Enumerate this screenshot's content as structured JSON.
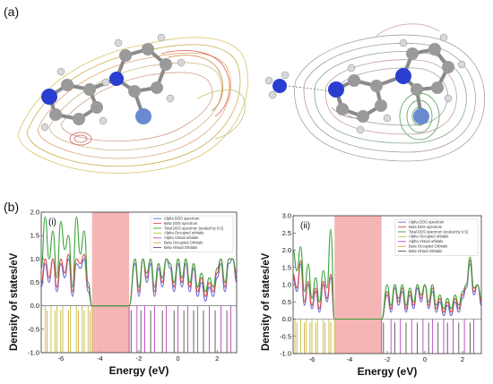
{
  "panel_a_label": "(a)",
  "panel_b_label": "(b)",
  "plot_i": {
    "sub_label": "(i)",
    "ylabel": "Density of states/eV",
    "xlabel": "Energy (eV)",
    "xticks": [
      "-6",
      "-4",
      "-2",
      "0",
      "2"
    ],
    "yticks": [
      "2.0",
      "1.5",
      "1.0",
      "0.5",
      "0.0",
      "-0.5",
      "-1.0"
    ],
    "legend": [
      "Alpha DOS spectrum",
      "Beta DOS spectrum",
      "Total DOS spectrum (scaled by 0.5)",
      "Alpha Occupied orbitals",
      "Alpha Virtual orbitals",
      "Beta Occupied Orbitals",
      "Beta Virtual Orbitals"
    ]
  },
  "plot_ii": {
    "sub_label": "(ii)",
    "ylabel": "Density of states/eV",
    "xlabel": "Energy (eV)",
    "xticks": [
      "-6",
      "-4",
      "-2",
      "0",
      "2"
    ],
    "yticks": [
      "3.0",
      "2.5",
      "2.0",
      "1.5",
      "1.0",
      "0.5",
      "0.0",
      "-0.5",
      "-1.0"
    ],
    "legend": [
      "Alpha DOS spectrum",
      "Beta DOS spectrum",
      "Total DOS spectrum (scaled by 0.5)",
      "Alpha Occupied orbitals",
      "Alpha Virtual orbitals",
      "Beta Occupied Orbitals",
      "Beta Virtual Orbitals"
    ]
  },
  "colors": {
    "alpha_dos": "#6a6ad8",
    "beta_dos": "#d84a4a",
    "total_dos": "#3aa23a",
    "gap_band": "#f5a8a8",
    "alpha_occ": "#b8c83a",
    "alpha_virt": "#c040c0",
    "beta_occ": "#e0a040",
    "beta_virt": "#505050"
  },
  "chart_data": [
    {
      "type": "line",
      "title": "(i)",
      "xlabel": "Energy (eV)",
      "ylabel": "Density of states/eV",
      "xlim": [
        -7,
        3
      ],
      "ylim": [
        -1.0,
        2.0
      ],
      "shaded_gap": [
        -4.4,
        -2.5
      ],
      "series": [
        {
          "name": "Alpha DOS spectrum",
          "x": [
            -7.0,
            -6.8,
            -6.6,
            -6.4,
            -6.2,
            -6.0,
            -5.8,
            -5.6,
            -5.4,
            -5.2,
            -5.0,
            -4.8,
            -4.6,
            -4.4,
            -2.5,
            -2.2,
            -2.0,
            -1.8,
            -1.6,
            -1.4,
            -1.2,
            -1.0,
            -0.8,
            -0.6,
            -0.4,
            -0.2,
            0.0,
            0.2,
            0.4,
            0.6,
            0.8,
            1.0,
            1.2,
            1.4,
            1.6,
            1.8,
            2.0,
            2.2,
            2.4,
            2.6,
            2.8,
            3.0
          ],
          "values": [
            0.4,
            0.9,
            0.5,
            1.0,
            0.3,
            0.9,
            0.6,
            1.0,
            0.2,
            0.9,
            0.8,
            1.0,
            0.3,
            0.0,
            0.0,
            0.9,
            0.2,
            1.0,
            0.5,
            0.9,
            0.2,
            0.8,
            0.4,
            1.0,
            0.8,
            0.3,
            0.9,
            0.4,
            0.9,
            0.3,
            0.8,
            0.2,
            0.5,
            0.1,
            0.4,
            0.2,
            0.6,
            0.9,
            0.3,
            0.9,
            1.0,
            0.5
          ]
        },
        {
          "name": "Beta DOS spectrum",
          "x": [
            -7.0,
            -6.8,
            -6.6,
            -6.4,
            -6.2,
            -6.0,
            -5.8,
            -5.6,
            -5.4,
            -5.2,
            -5.0,
            -4.8,
            -4.6,
            -4.4,
            -2.5,
            -2.2,
            -2.0,
            -1.8,
            -1.6,
            -1.4,
            -1.2,
            -1.0,
            -0.8,
            -0.6,
            -0.4,
            -0.2,
            0.0,
            0.2,
            0.4,
            0.6,
            0.8,
            1.0,
            1.2,
            1.4,
            1.6,
            1.8,
            2.0,
            2.2,
            2.4,
            2.6,
            2.8,
            3.0
          ],
          "values": [
            0.5,
            1.0,
            0.6,
            1.0,
            0.4,
            1.0,
            0.7,
            1.1,
            0.3,
            1.0,
            0.9,
            1.1,
            0.4,
            0.0,
            0.0,
            1.0,
            0.3,
            1.0,
            0.6,
            1.0,
            0.3,
            0.9,
            0.5,
            1.0,
            0.9,
            0.4,
            1.0,
            0.5,
            1.0,
            0.4,
            0.9,
            0.3,
            0.6,
            0.2,
            0.5,
            0.3,
            0.7,
            1.0,
            0.4,
            1.0,
            1.0,
            0.6
          ]
        },
        {
          "name": "Total DOS spectrum (scaled by 0.5)",
          "x": [
            -7.0,
            -6.8,
            -6.6,
            -6.4,
            -6.2,
            -6.0,
            -5.8,
            -5.6,
            -5.4,
            -5.2,
            -5.0,
            -4.8,
            -4.6,
            -4.4,
            -2.5,
            -2.2,
            -2.0,
            -1.8,
            -1.6,
            -1.4,
            -1.2,
            -1.0,
            -0.8,
            -0.6,
            -0.4,
            -0.2,
            0.0,
            0.2,
            0.4,
            0.6,
            0.8,
            1.0,
            1.2,
            1.4,
            1.6,
            1.8,
            2.0,
            2.2,
            2.4,
            2.6,
            2.8,
            3.0
          ],
          "values": [
            0.8,
            1.9,
            1.0,
            1.6,
            0.6,
            1.8,
            1.2,
            1.5,
            0.4,
            1.9,
            1.1,
            1.6,
            0.5,
            0.0,
            0.0,
            1.0,
            0.4,
            1.0,
            0.7,
            1.0,
            0.4,
            0.9,
            0.6,
            1.0,
            0.9,
            0.5,
            1.0,
            0.6,
            1.0,
            0.5,
            0.9,
            0.4,
            0.7,
            0.3,
            0.6,
            0.4,
            0.8,
            1.0,
            0.5,
            1.0,
            1.0,
            0.7
          ]
        }
      ],
      "alpha_occupied_levels": [
        -6.8,
        -6.5,
        -6.2,
        -5.9,
        -5.5,
        -5.2,
        -4.9,
        -4.6,
        -4.4
      ],
      "alpha_virtual_levels": [
        -2.5,
        -2.1,
        -1.7,
        -1.2,
        -0.6,
        0.0,
        0.5,
        1.0,
        1.6,
        2.2,
        2.7
      ],
      "beta_occupied_levels": [
        -6.7,
        -6.3,
        -6.0,
        -5.6,
        -5.1,
        -4.8,
        -4.5
      ],
      "beta_virtual_levels": [
        -2.4,
        -1.9,
        -1.4,
        -0.8,
        -0.2,
        0.3,
        0.8,
        1.3,
        1.9,
        2.5
      ]
    },
    {
      "type": "line",
      "title": "(ii)",
      "xlabel": "Energy (eV)",
      "ylabel": "Density of states/eV",
      "xlim": [
        -7,
        3
      ],
      "ylim": [
        -1.0,
        3.0
      ],
      "shaded_gap": [
        -4.8,
        -2.3
      ],
      "series": [
        {
          "name": "Alpha DOS spectrum",
          "x": [
            -7.0,
            -6.8,
            -6.6,
            -6.4,
            -6.2,
            -6.0,
            -5.8,
            -5.6,
            -5.4,
            -5.2,
            -5.0,
            -4.8,
            -2.3,
            -2.0,
            -1.8,
            -1.6,
            -1.4,
            -1.2,
            -1.0,
            -0.8,
            -0.6,
            -0.4,
            -0.2,
            0.0,
            0.2,
            0.4,
            0.6,
            0.8,
            1.0,
            1.2,
            1.4,
            1.6,
            1.8,
            2.0,
            2.2,
            2.4,
            2.6,
            2.8,
            3.0
          ],
          "values": [
            1.2,
            0.8,
            1.6,
            0.4,
            1.0,
            0.3,
            0.8,
            0.2,
            1.0,
            0.5,
            1.2,
            0.0,
            0.0,
            0.7,
            0.2,
            0.9,
            0.4,
            0.8,
            0.2,
            0.7,
            0.3,
            0.9,
            0.5,
            1.0,
            0.3,
            0.8,
            0.2,
            0.5,
            0.1,
            0.4,
            0.1,
            0.5,
            0.2,
            0.6,
            0.9,
            1.6,
            0.7,
            1.0,
            0.4
          ]
        },
        {
          "name": "Beta DOS spectrum",
          "x": [
            -7.0,
            -6.8,
            -6.6,
            -6.4,
            -6.2,
            -6.0,
            -5.8,
            -5.6,
            -5.4,
            -5.2,
            -5.0,
            -4.8,
            -2.3,
            -2.0,
            -1.8,
            -1.6,
            -1.4,
            -1.2,
            -1.0,
            -0.8,
            -0.6,
            -0.4,
            -0.2,
            0.0,
            0.2,
            0.4,
            0.6,
            0.8,
            1.0,
            1.2,
            1.4,
            1.6,
            1.8,
            2.0,
            2.2,
            2.4,
            2.6,
            2.8,
            3.0
          ],
          "values": [
            1.3,
            0.9,
            1.7,
            0.5,
            1.1,
            0.4,
            0.9,
            0.3,
            1.1,
            0.6,
            1.3,
            0.0,
            0.0,
            0.8,
            0.3,
            1.0,
            0.5,
            0.9,
            0.3,
            0.8,
            0.4,
            1.0,
            0.6,
            1.0,
            0.4,
            0.9,
            0.3,
            0.6,
            0.2,
            0.5,
            0.2,
            0.6,
            0.3,
            0.7,
            1.0,
            1.7,
            0.8,
            1.0,
            0.5
          ]
        },
        {
          "name": "Total DOS spectrum (scaled by 0.5)",
          "x": [
            -7.0,
            -6.8,
            -6.6,
            -6.4,
            -6.2,
            -6.0,
            -5.8,
            -5.6,
            -5.4,
            -5.2,
            -5.0,
            -4.8,
            -2.3,
            -2.0,
            -1.8,
            -1.6,
            -1.4,
            -1.2,
            -1.0,
            -0.8,
            -0.6,
            -0.4,
            -0.2,
            0.0,
            0.2,
            0.4,
            0.6,
            0.8,
            1.0,
            1.2,
            1.4,
            1.6,
            1.8,
            2.0,
            2.2,
            2.4,
            2.6,
            2.8,
            3.0
          ],
          "values": [
            2.0,
            1.4,
            2.1,
            0.8,
            1.6,
            0.6,
            1.2,
            0.5,
            1.4,
            0.9,
            2.6,
            0.0,
            0.0,
            1.0,
            0.4,
            1.0,
            0.6,
            1.0,
            0.4,
            0.9,
            0.5,
            1.0,
            0.7,
            1.0,
            0.5,
            1.0,
            0.4,
            0.7,
            0.3,
            0.6,
            0.3,
            0.7,
            0.4,
            0.8,
            1.0,
            1.8,
            0.9,
            1.0,
            0.6
          ]
        }
      ],
      "alpha_occupied_levels": [
        -6.9,
        -6.6,
        -6.3,
        -6.0,
        -5.7,
        -5.4,
        -5.1,
        -4.8
      ],
      "alpha_virtual_levels": [
        -2.3,
        -1.8,
        -1.3,
        -0.7,
        -0.1,
        0.4,
        1.0,
        1.5,
        2.1,
        2.6
      ],
      "beta_occupied_levels": [
        -6.8,
        -6.4,
        -6.1,
        -5.8,
        -5.3,
        -5.0
      ],
      "beta_virtual_levels": [
        -2.2,
        -1.6,
        -1.0,
        -0.4,
        0.2,
        0.7,
        1.2,
        1.8,
        2.4
      ]
    }
  ]
}
